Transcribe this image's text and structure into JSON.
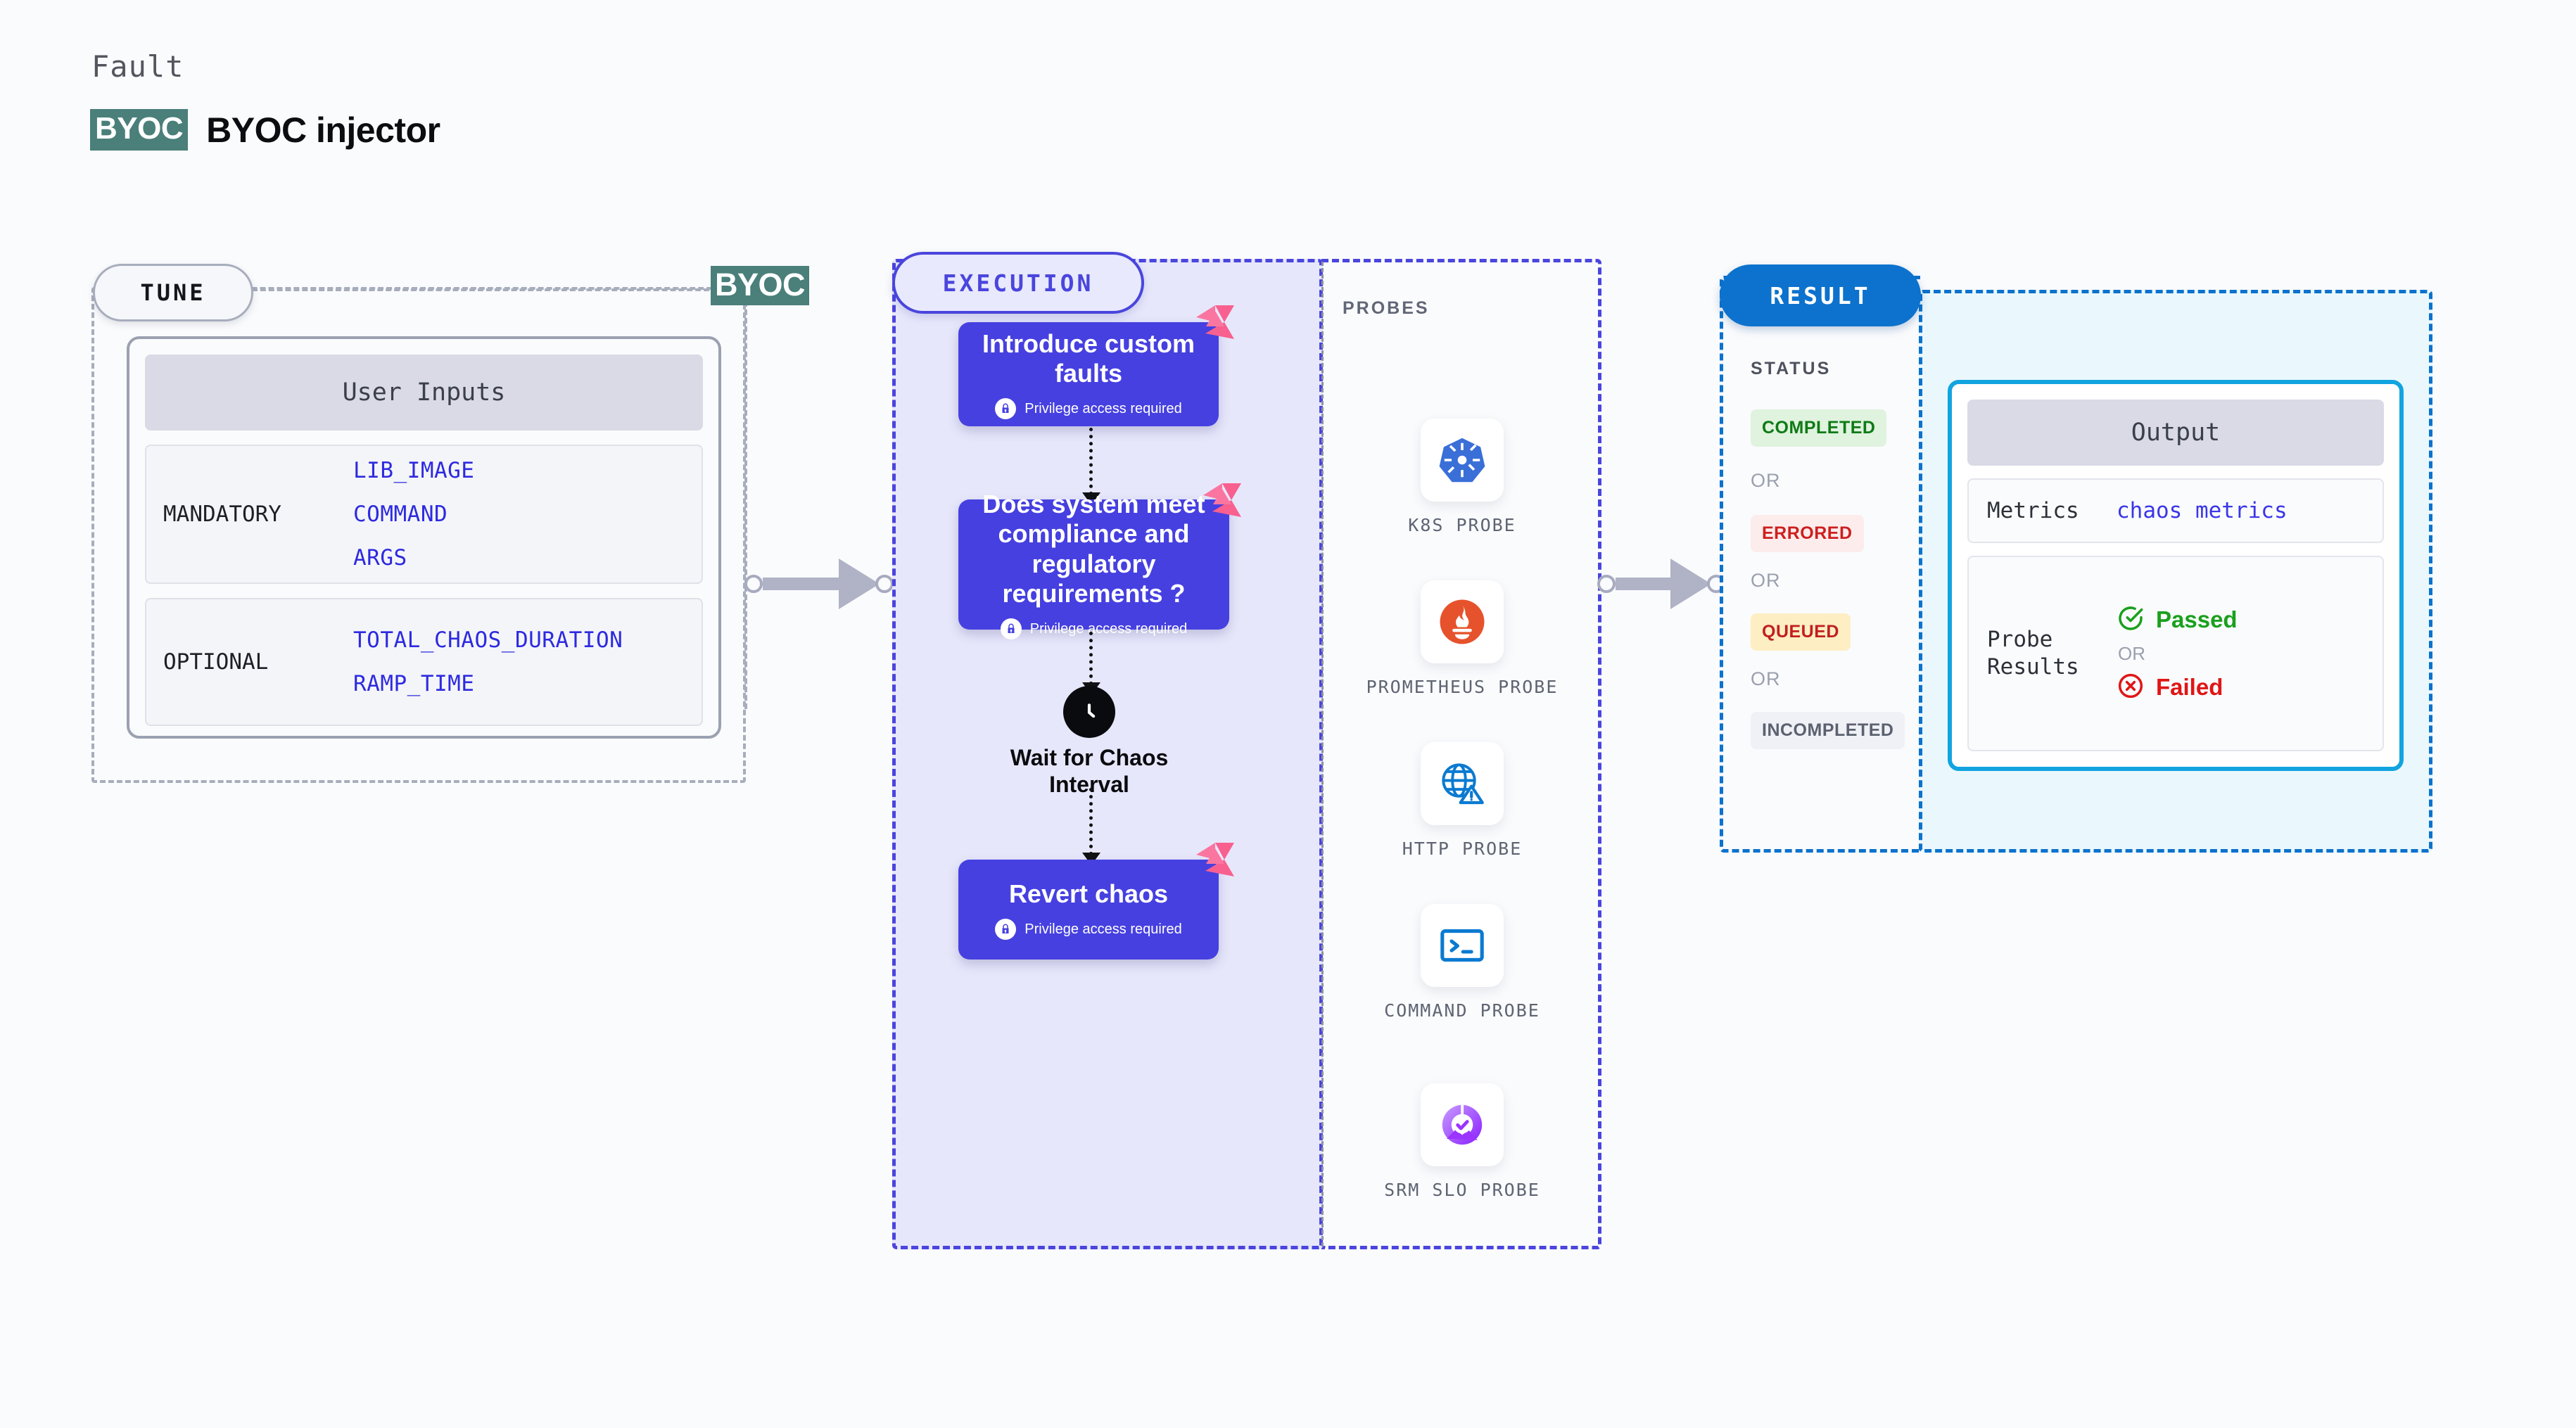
{
  "header": {
    "eyebrow": "Fault",
    "badge": "BYOC",
    "title": "BYOC injector"
  },
  "tune": {
    "pill_label": "TUNE",
    "byoc_tag": "BYOC",
    "card_title": "User Inputs",
    "groups": [
      {
        "label": "MANDATORY",
        "values": [
          "LIB_IMAGE",
          "COMMAND",
          "ARGS"
        ]
      },
      {
        "label": "OPTIONAL",
        "values": [
          "TOTAL_CHAOS_DURATION",
          "RAMP_TIME"
        ]
      }
    ]
  },
  "execution": {
    "pill_label": "EXECUTION",
    "privilege_note": "Privilege access required",
    "steps": [
      {
        "title": "Introduce custom faults",
        "privileged": true
      },
      {
        "title": "Does system meet compliance and regulatory requirements ?",
        "privileged": true
      },
      {
        "title": "Revert chaos",
        "privileged": true
      }
    ],
    "wait_node": {
      "icon": "clock-icon",
      "label": "Wait for Chaos Interval"
    }
  },
  "probes": {
    "title": "PROBES",
    "items": [
      {
        "label": "K8S PROBE",
        "icon": "kubernetes-icon"
      },
      {
        "label": "PROMETHEUS PROBE",
        "icon": "prometheus-icon"
      },
      {
        "label": "HTTP PROBE",
        "icon": "http-globe-icon"
      },
      {
        "label": "COMMAND PROBE",
        "icon": "terminal-icon"
      },
      {
        "label": "SRM SLO PROBE",
        "icon": "srm-slo-icon"
      }
    ]
  },
  "result": {
    "pill_label": "RESULT",
    "status_title": "STATUS",
    "or_label": "OR",
    "statuses": [
      {
        "label": "COMPLETED",
        "bg": "#dff3de",
        "fg": "#0f7a16"
      },
      {
        "label": "ERRORED",
        "bg": "#fdecec",
        "fg": "#cd1f1f"
      },
      {
        "label": "QUEUED",
        "bg": "#fdeec3",
        "fg": "#c21f1f"
      },
      {
        "label": "INCOMPLETED",
        "bg": "#f0f1f6",
        "fg": "#5c6170"
      }
    ]
  },
  "output": {
    "card_title": "Output",
    "metrics_key": "Metrics",
    "metrics_value": "chaos metrics",
    "probe_results_key": "Probe Results",
    "passed_label": "Passed",
    "failed_label": "Failed",
    "or_label": "OR"
  },
  "colors": {
    "brand_purple": "#4640e0",
    "byoc_teal": "#4a7f7a",
    "result_blue": "#0c72cd",
    "output_border": "#12a4e0",
    "chaos_pink": "#f8608f"
  }
}
